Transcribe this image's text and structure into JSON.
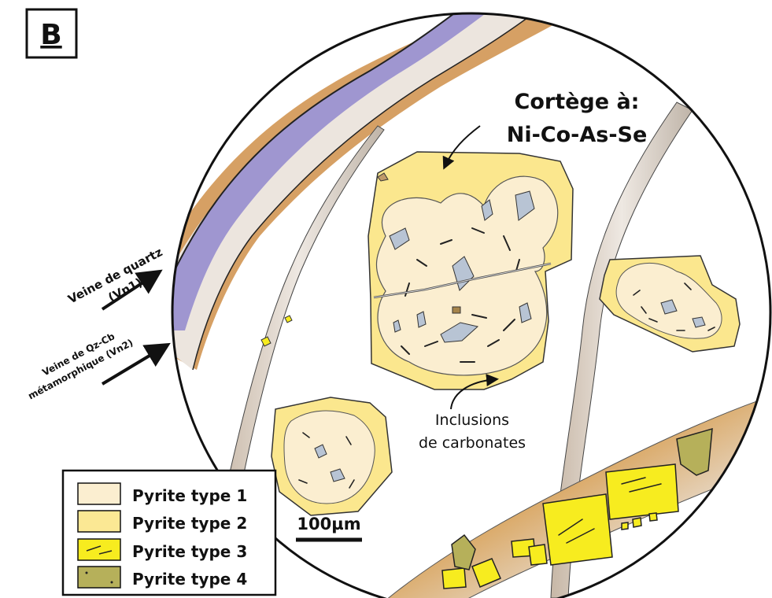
{
  "panel_label": "B",
  "assemblage": {
    "line1": "Cortège à:",
    "line2": "Ni-Co-As-Se"
  },
  "veins": {
    "vn1": {
      "line1": "Veine de quartz",
      "line2": "(Vn1)"
    },
    "vn2": {
      "line1": "Veine de Qz-Cb",
      "line2": "métamorphique (Vn2)"
    }
  },
  "inclusions": {
    "line1": "Inclusions",
    "line2": "de carbonates"
  },
  "scale_bar": {
    "label": "100µm"
  },
  "legend": [
    {
      "label": "Pyrite type 1",
      "color": "#fbeed0"
    },
    {
      "label": "Pyrite type 2",
      "color": "#fbe894"
    },
    {
      "label": "Pyrite type 3",
      "color": "#f7ec1f"
    },
    {
      "label": "Pyrite type 4",
      "color": "#b6b05a"
    }
  ],
  "colors": {
    "quartz_vein": "#a39bd3",
    "qz_cb_vein": "#e4ddd6",
    "carbonate_band": "#d09648",
    "inclusion": "#b8c4d4"
  }
}
